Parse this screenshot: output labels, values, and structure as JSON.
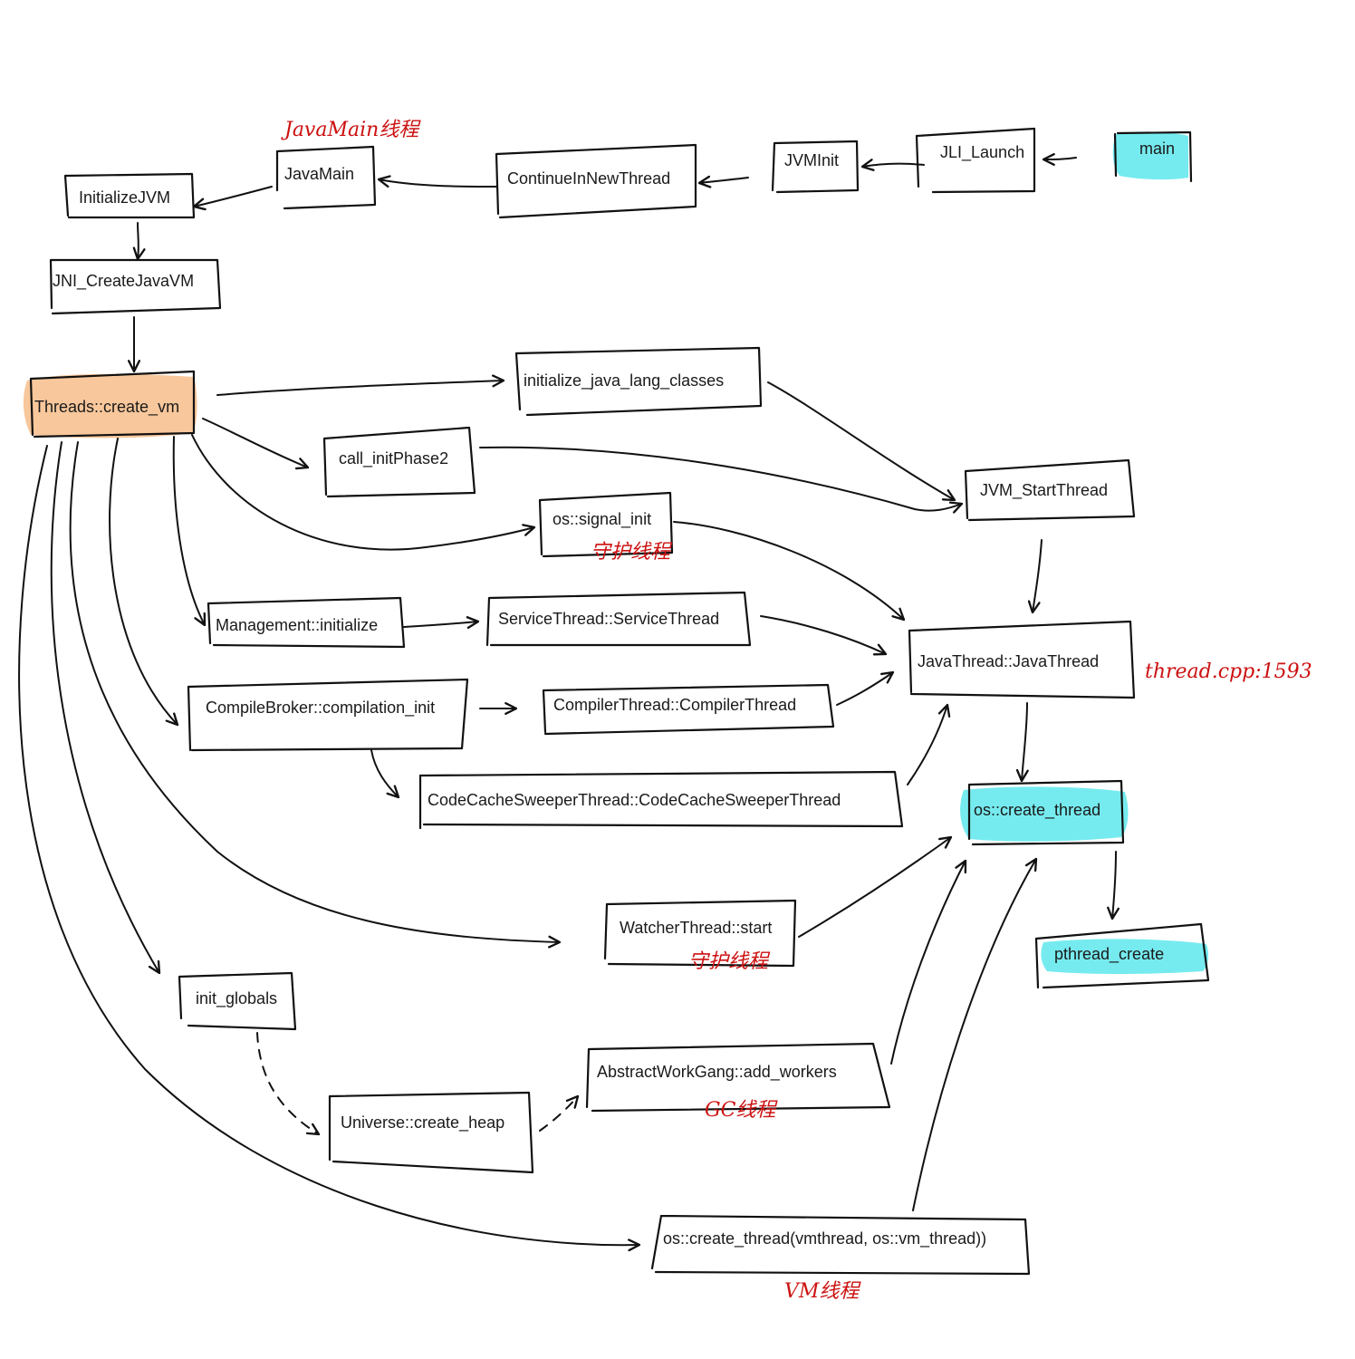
{
  "colors": {
    "ink": "#111111",
    "note": "#cc1111",
    "highlight_cyan": "#5ee8ec",
    "highlight_orange": "#f7c190"
  },
  "nodes": {
    "main": "main",
    "jli_launch": "JLI_Launch",
    "jvminit": "JVMInit",
    "continue_in_new_thread": "ContinueInNewThread",
    "javamain": "JavaMain",
    "initialize_jvm": "InitializeJVM",
    "jni_create_javavm": "JNI_CreateJavaVM",
    "threads_create_vm": "Threads::create_vm",
    "initialize_java_lang_classes": "initialize_java_lang_classes",
    "call_initphase2": "call_initPhase2",
    "jvm_startthread": "JVM_StartThread",
    "os_signal_init": "os::signal_init",
    "management_initialize": "Management::initialize",
    "servicethread": "ServiceThread::ServiceThread",
    "javathread": "JavaThread::JavaThread",
    "compilebroker": "CompileBroker::compilation_init",
    "compilerthread": "CompilerThread::CompilerThread",
    "codecachesweeper": "CodeCacheSweeperThread::CodeCacheSweeperThread",
    "os_create_thread": "os::create_thread",
    "watcherthread_start": "WatcherThread::start",
    "pthread_create": "pthread_create",
    "init_globals": "init_globals",
    "abstractworkgang": "AbstractWorkGang::add_workers",
    "universe_create_heap": "Universe::create_heap",
    "os_create_thread_vm": "os::create_thread(vmthread, os::vm_thread))"
  },
  "notes": {
    "javamain_thread": "JavaMain线程",
    "daemon_signal": "守护线程",
    "thread_cpp": "thread.cpp:1593",
    "daemon_watcher": "守护线程",
    "gc_thread": "GC线程",
    "vm_thread": "VM线程"
  }
}
